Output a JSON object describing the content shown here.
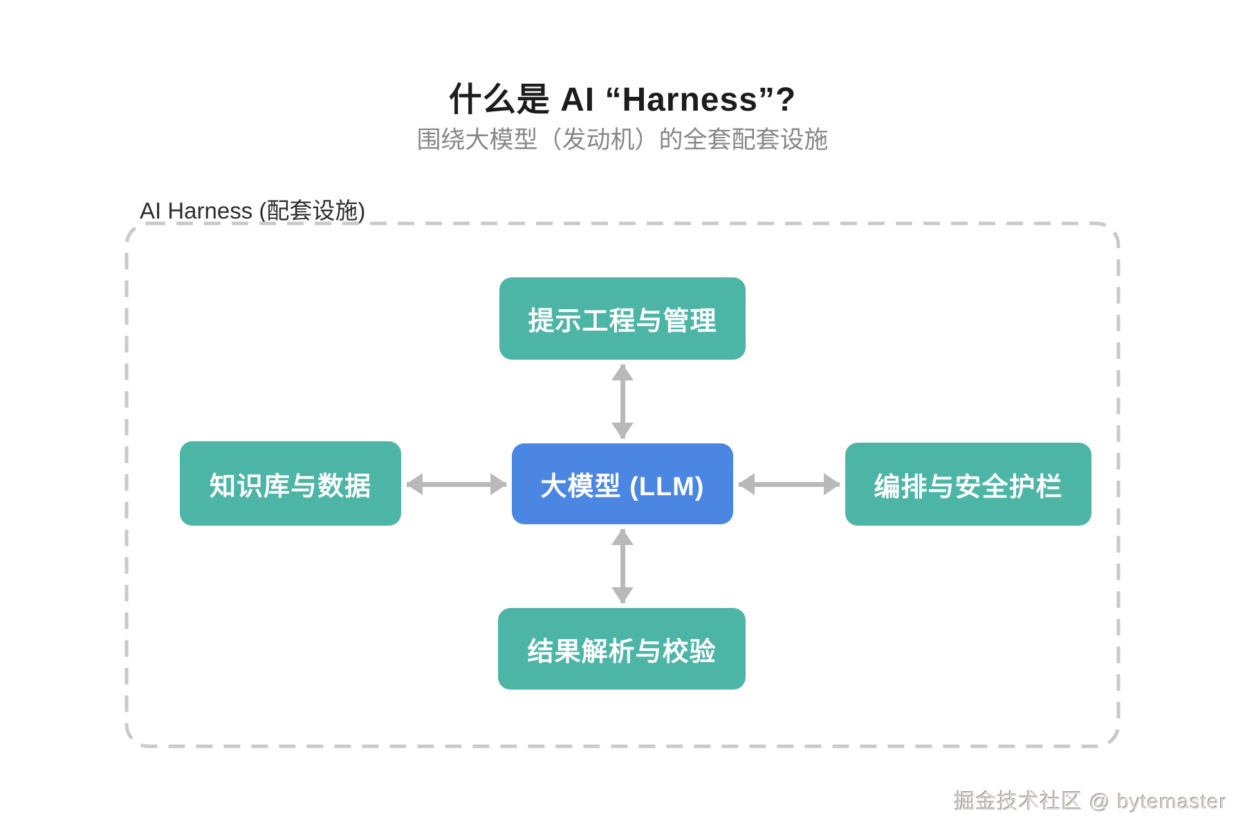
{
  "header": {
    "title": "什么是 AI “Harness”?",
    "subtitle": "围绕大模型（发动机）的全套配套设施"
  },
  "diagram": {
    "container_label": "AI Harness (配套设施)",
    "center_node": {
      "label": "大模型 (LLM)",
      "position": "center",
      "color": "#4a86e2"
    },
    "nodes": [
      {
        "label": "提示工程与管理",
        "position": "top",
        "color": "#4cb5a6"
      },
      {
        "label": "知识库与数据",
        "position": "left",
        "color": "#4cb5a6"
      },
      {
        "label": "编排与安全护栏",
        "position": "right",
        "color": "#4cb5a6"
      },
      {
        "label": "结果解析与校验",
        "position": "bottom",
        "color": "#4cb5a6"
      }
    ],
    "connections": [
      {
        "from": "大模型 (LLM)",
        "to": "提示工程与管理",
        "type": "bidirectional"
      },
      {
        "from": "大模型 (LLM)",
        "to": "知识库与数据",
        "type": "bidirectional"
      },
      {
        "from": "大模型 (LLM)",
        "to": "编排与安全护栏",
        "type": "bidirectional"
      },
      {
        "from": "大模型 (LLM)",
        "to": "结果解析与校验",
        "type": "bidirectional"
      }
    ],
    "palette": {
      "node_teal": "#4cb5a6",
      "node_blue": "#4a86e2",
      "arrow_gray": "#b9b9b9",
      "border_gray": "#c9c9c9",
      "title_color": "#1c1c1c",
      "subtitle_color": "#878787"
    }
  },
  "footer": {
    "watermark": "掘金技术社区 @ bytemaster"
  }
}
